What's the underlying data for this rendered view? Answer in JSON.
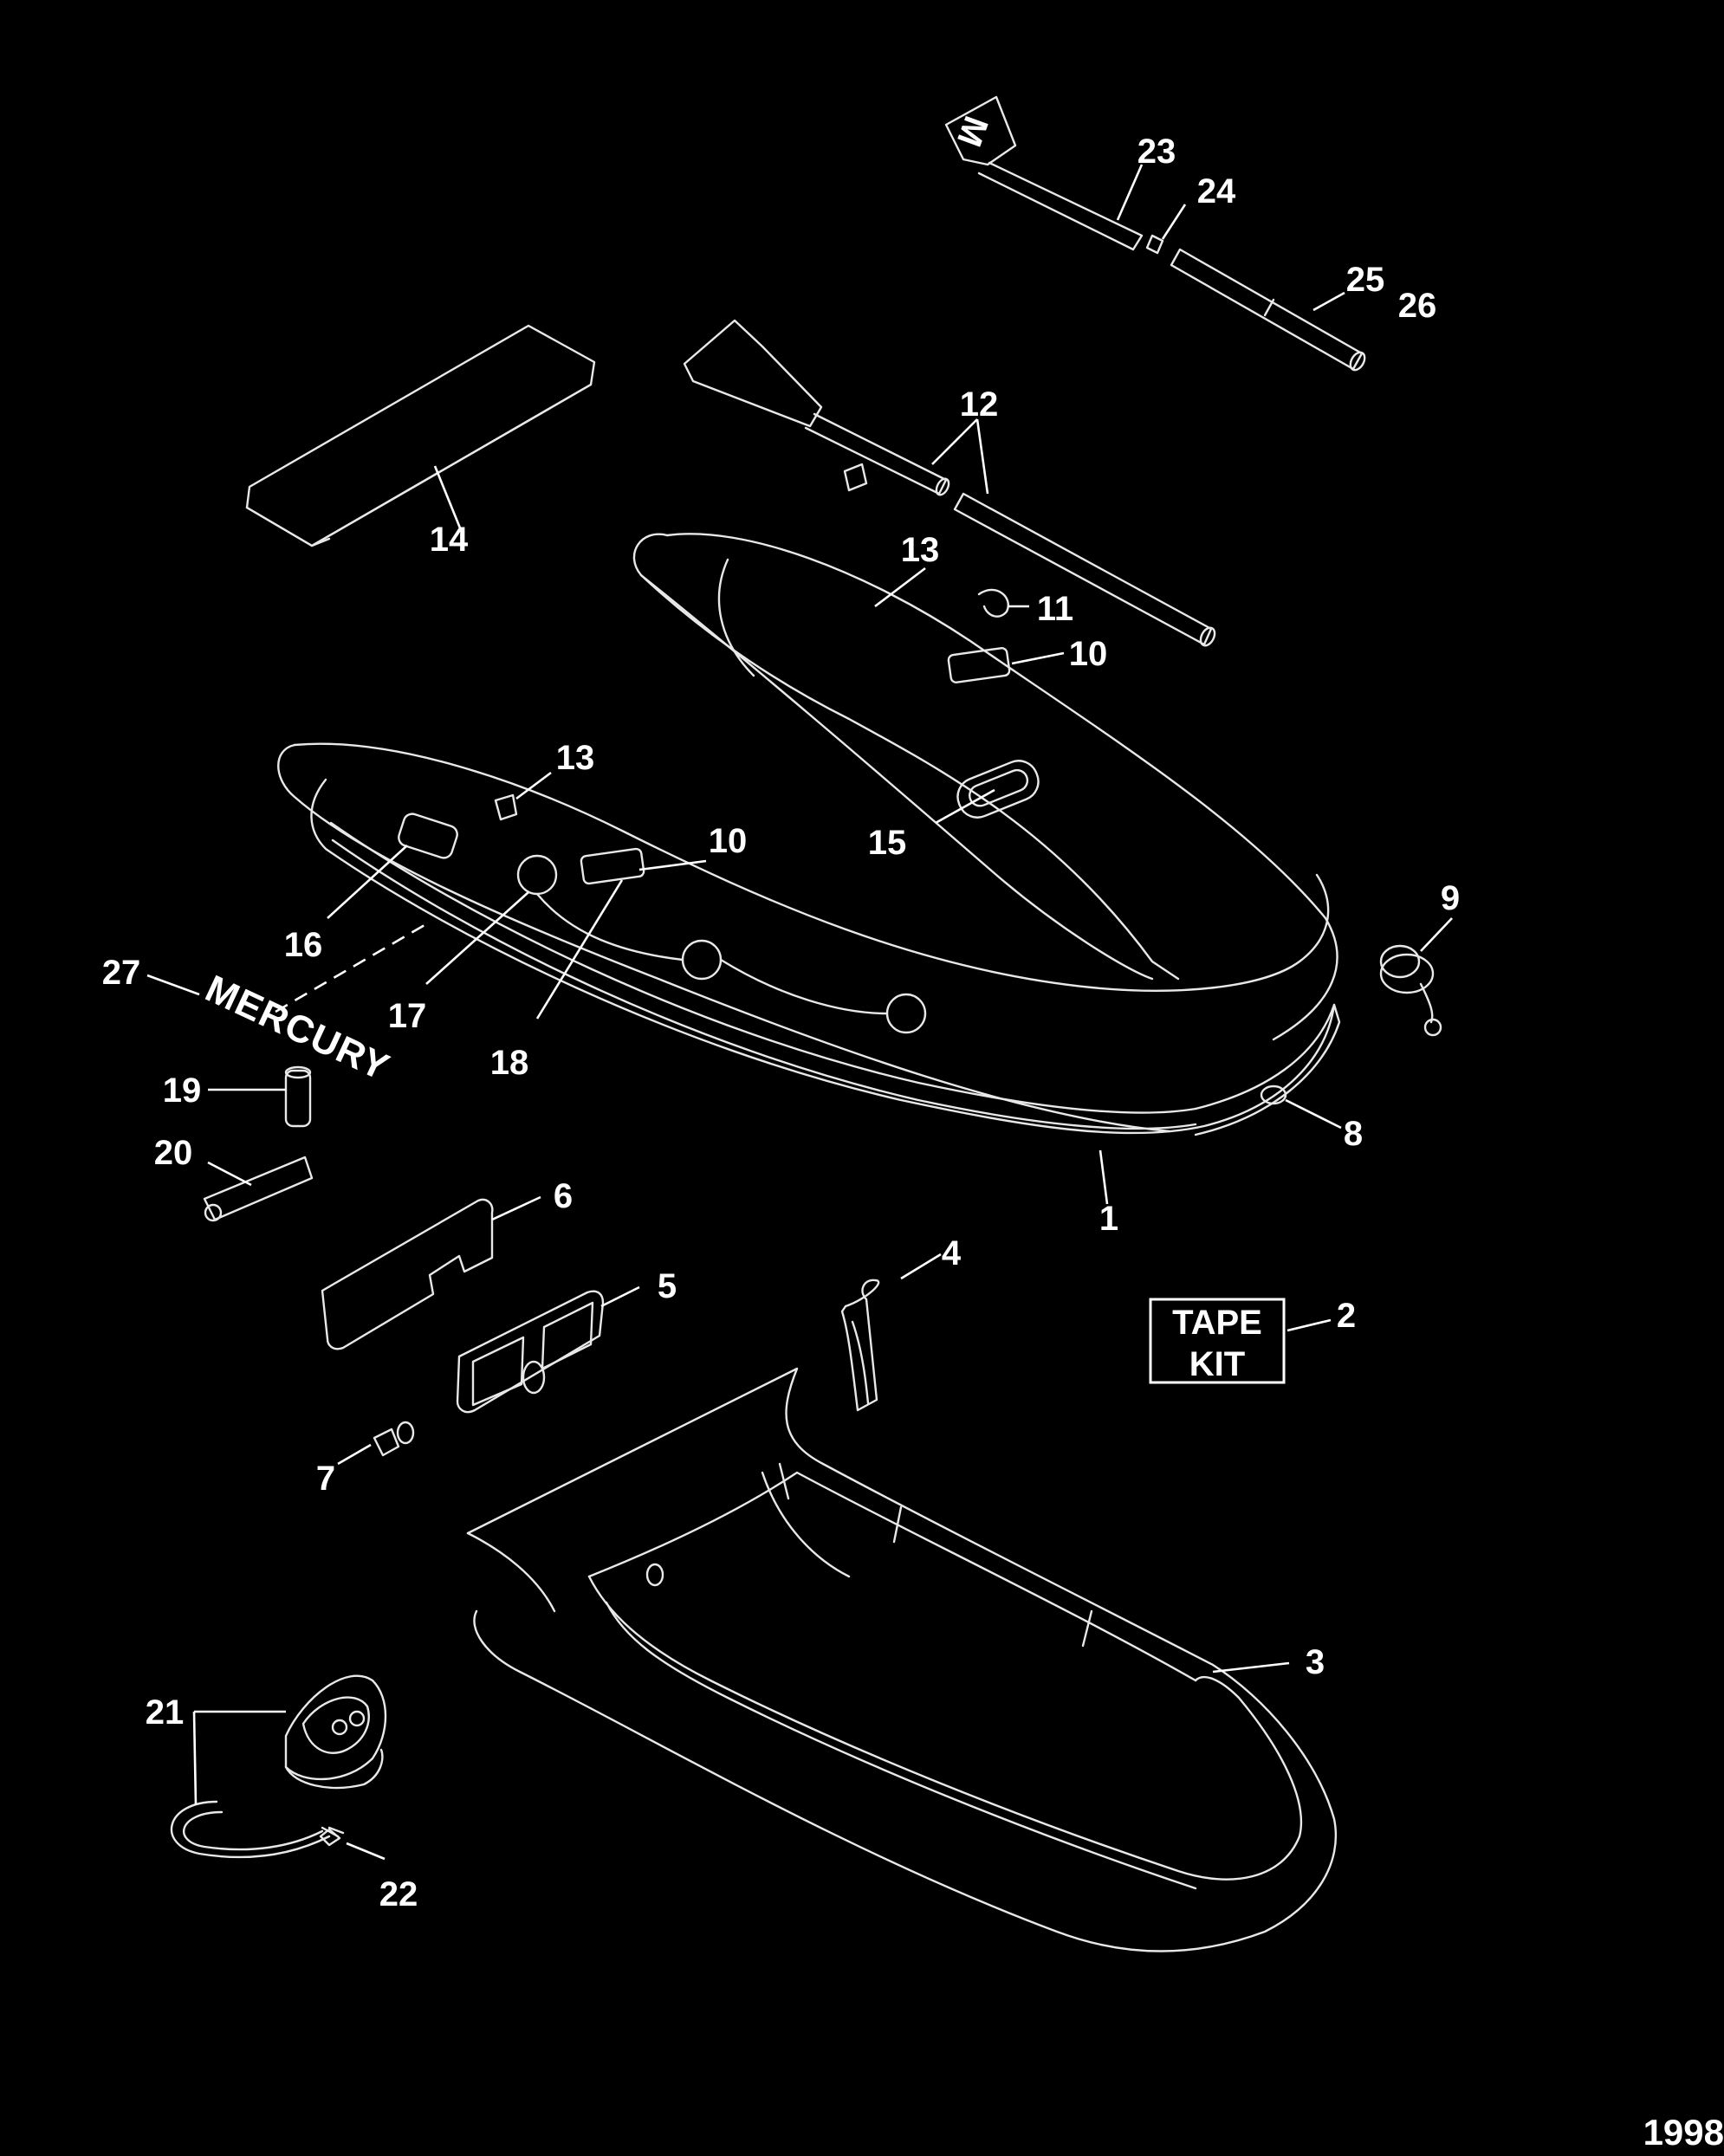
{
  "callouts": [
    {
      "id": "c1",
      "label": "1"
    },
    {
      "id": "c2",
      "label": "2"
    },
    {
      "id": "c3",
      "label": "3"
    },
    {
      "id": "c4",
      "label": "4"
    },
    {
      "id": "c5",
      "label": "5"
    },
    {
      "id": "c6",
      "label": "6"
    },
    {
      "id": "c7",
      "label": "7"
    },
    {
      "id": "c8",
      "label": "8"
    },
    {
      "id": "c9",
      "label": "9"
    },
    {
      "id": "c10a",
      "label": "10"
    },
    {
      "id": "c10b",
      "label": "10"
    },
    {
      "id": "c11",
      "label": "11"
    },
    {
      "id": "c12",
      "label": "12"
    },
    {
      "id": "c13a",
      "label": "13"
    },
    {
      "id": "c13b",
      "label": "13"
    },
    {
      "id": "c14",
      "label": "14"
    },
    {
      "id": "c15",
      "label": "15"
    },
    {
      "id": "c16",
      "label": "16"
    },
    {
      "id": "c17",
      "label": "17"
    },
    {
      "id": "c18",
      "label": "18"
    },
    {
      "id": "c19",
      "label": "19"
    },
    {
      "id": "c20",
      "label": "20"
    },
    {
      "id": "c21",
      "label": "21"
    },
    {
      "id": "c22",
      "label": "22"
    },
    {
      "id": "c23",
      "label": "23"
    },
    {
      "id": "c24",
      "label": "24"
    },
    {
      "id": "c25",
      "label": "25"
    },
    {
      "id": "c26",
      "label": "26"
    },
    {
      "id": "c27",
      "label": "27"
    }
  ],
  "brand_text": "MERCURY",
  "paddle_blade_letter": "M",
  "tape_kit": {
    "line1": "TAPE",
    "line2": "KIT"
  },
  "corner_code": "1998",
  "colors": {
    "background": "#000000",
    "line": "#ffffff"
  }
}
